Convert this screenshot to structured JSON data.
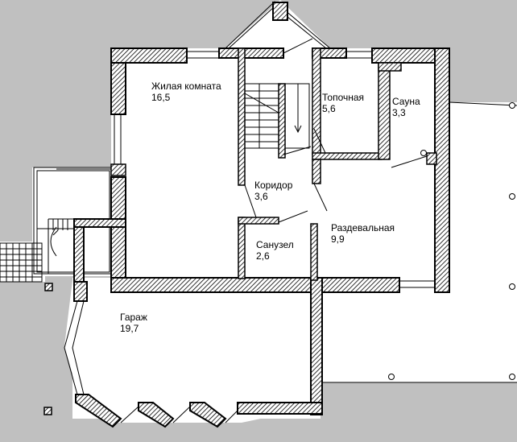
{
  "rooms": [
    {
      "id": "living-room",
      "name": "Жилая комната",
      "area": "16,5"
    },
    {
      "id": "boiler-room",
      "name": "Топочная",
      "area": "5,6"
    },
    {
      "id": "sauna",
      "name": "Сауна",
      "area": "3,3"
    },
    {
      "id": "corridor",
      "name": "Коридор",
      "area": "3,6"
    },
    {
      "id": "dressing-room",
      "name": "Раздевальная",
      "area": "9,9"
    },
    {
      "id": "bathroom",
      "name": "Санузел",
      "area": "2,6"
    },
    {
      "id": "garage",
      "name": "Гараж",
      "area": "19,7"
    }
  ],
  "colors": {
    "background": "#c0c0c0",
    "floor": "#ffffff",
    "wall": "#000000",
    "hatch": "#000000"
  }
}
